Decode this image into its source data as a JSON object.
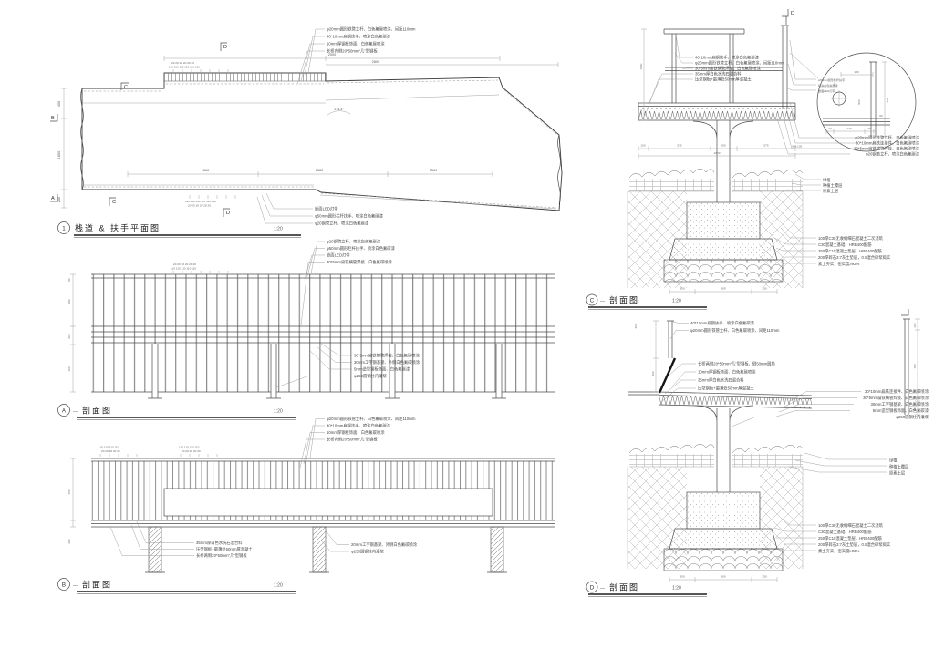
{
  "meta": {
    "dash": "—",
    "paper": "#ffffff",
    "ink": "#3f3f3f"
  },
  "views": {
    "plan": {
      "num": "1",
      "title": "栈道 & 扶手平面图",
      "scale": "1:20",
      "notes_top": [
        "φ20mm圆形铁管立杆、白色氟碳喷涂、间距110mm",
        "40*10mm扁钢扶手、喷涂白色氟碳漆",
        "10mm厚钢板饰面、白色氟碳喷涂",
        "长桥内侧20*50mm“几”型钢板"
      ],
      "notes_bottom": [
        "嵌面LED灯带",
        "φ50mm圆形栏杆扶手、喷涂白色氟碳漆",
        "φ20钢管立杆、喷涂白色氟碳漆"
      ],
      "dims": {
        "d2000": "2000",
        "d2800": "2800",
        "d400": "400",
        "d1600": "1600",
        "d200": "200",
        "d1560a": "1560",
        "d1580": "1580",
        "d1560b": "1560",
        "sp20": "20 20 20 20 20 20",
        "sp110": "110 110 110 110 110 110",
        "angle": "174.4°"
      },
      "markers": {
        "a": "A",
        "b": "B",
        "c": "C",
        "d": "D"
      }
    },
    "sa": {
      "letter": "A",
      "title": "剖面图",
      "scale": "1:20",
      "notes_top": [
        "φ20钢管立杆、喷涂白色氟碳漆",
        "φ50mm圆形栏杆扶手、喷涂白色氟碳漆",
        "嵌面LED灯带",
        "30*5mm扁铁横管焊接、白色氟碳喷涂"
      ],
      "notes_bottom": [
        "30*5mm扁铁横管焊接、白色氟碳喷涂",
        "30mm工字钢基梁、外侧白色氟碳喷涂",
        "5mm造型钢板饰面、白色氟碳漆",
        "φ250圆钢柱内灌浆"
      ],
      "dims": {
        "sp20": "20 20 20 20 20 20",
        "sp110": "110 110 110 110 110",
        "v1": "50",
        "v2": "150",
        "v3": "200",
        "v4": "100"
      }
    },
    "sb": {
      "letter": "B",
      "title": "剖面图",
      "scale": "1:20",
      "notes_top": [
        "φ20mm圆形铁管立杆、白色氟碳喷涂、间距110mm",
        "40*10mm扁钢扶手、喷涂白色氟碳漆",
        "10mm厚钢板饰面、白色氟碳喷涂",
        "长桥内侧20*50mm“几”型钢板"
      ],
      "notes_bl": [
        "35mm厚白色水洗石混合料",
        "压型钢板+最薄处50mm厚混凝土",
        "长桥两侧20*50mm“几”型钢板"
      ],
      "notes_br": [
        "20mm工字钢基梁、外侧白色氟碳喷涂",
        "φ250圆钢柱内灌浆"
      ],
      "dims": {
        "sp20": "20 20 20 20 20",
        "sp110": "110 110 110 110",
        "v1": "700",
        "v2": "200"
      }
    },
    "sc": {
      "letter": "C",
      "title": "剖面图",
      "scale": "1:20",
      "notes_left": [
        "40*10mm扁钢扶手、喷涂白色氟碳漆",
        "φ20mm圆形铁管立杆、白色氟碳喷涂、间距110mm",
        "30*5mm扁铁横管焊接、白色氟碳喷涂",
        "35mm厚白色水洗石混合料",
        "压型钢板+最薄处50mm厚混凝土"
      ],
      "notes_right": [
        "φ20mm圆形铁管立杆、白色氟碳喷涂",
        "30*10mm扁铁连接件、白色氟碳喷涂",
        "30*5mm扁铁横管焊接、白色氟碳喷涂",
        "φ20钢筋立杆、喷涂白色氟碳漆"
      ],
      "notes_detail": [
        "φ50mm圆形栏杆扶手",
        "喷涂白色氟碳漆",
        "嵌面LED灯带"
      ],
      "notes_ground": [
        "绿植",
        "种植土覆层",
        "原素土层"
      ],
      "notes_footing": [
        "100厚C30无收缩细石混凝土二次浇筑",
        "C30混凝土基础，HRB400配筋",
        "250厚C15混凝土垫层，HRB400配筋",
        "200厚碎石3:7灰土垫层，0.5混合砂浆捣实",
        "素土夯实，密实度≥93%"
      ],
      "dims": {
        "h1": "100",
        "h2": "575",
        "h3": "250",
        "h4": "575",
        "total": "1600",
        "v1": "1100",
        "v2": "200",
        "sm": "300,135",
        "f1": "350",
        "f2": "900",
        "f3": "350",
        "d130": "130",
        "d50": "50",
        "d500": "500",
        "d550": "550",
        "d30": "30",
        "d40": "40",
        "d140": "140",
        "d20": "20"
      },
      "marker_d": "D"
    },
    "sd": {
      "letter": "D",
      "title": "剖面图",
      "scale": "1:20",
      "notes_top": [
        "40*10mm扁钢扶手、喷涂白色氟碳漆",
        "φ20mm圆形铁管立杆、白色氟碳喷涂、间距110mm"
      ],
      "notes_mid": [
        "长桥两侧20*50mm“几”型钢板、倒50mm圆角",
        "10mm厚钢板饰面、白色氟碳喷涂",
        "35mm厚白色水洗石混合料",
        "压型钢板+最薄处50mm厚混凝土"
      ],
      "notes_right": [
        "30*10mm扁铁连接件、白色氟碳喷涂",
        "30*5mm扁铁横管焊接、白色氟碳喷涂",
        "30mm工字钢基梁、白色氟碳喷涂",
        "5mm造型钢板饰面、白色氟碳漆",
        "φ250圆钢柱内灌浆"
      ],
      "notes_ground": [
        "绿植",
        "种植土覆层",
        "原素土层"
      ],
      "notes_footing": [
        "100厚C30无收缩细石混凝土二次浇筑",
        "C30混凝土基础，HRB400配筋",
        "250厚C15混凝土垫层，HRB400配筋",
        "200厚碎石3:7灰土垫层，0.5混合砂浆捣实",
        "素土夯实，密实度≥93%"
      ],
      "dims": {
        "v460": "460",
        "v400": "400",
        "r100": "100",
        "r700": "700",
        "r60": "60",
        "f1": "350",
        "f2": "900",
        "f3": "350"
      }
    }
  }
}
